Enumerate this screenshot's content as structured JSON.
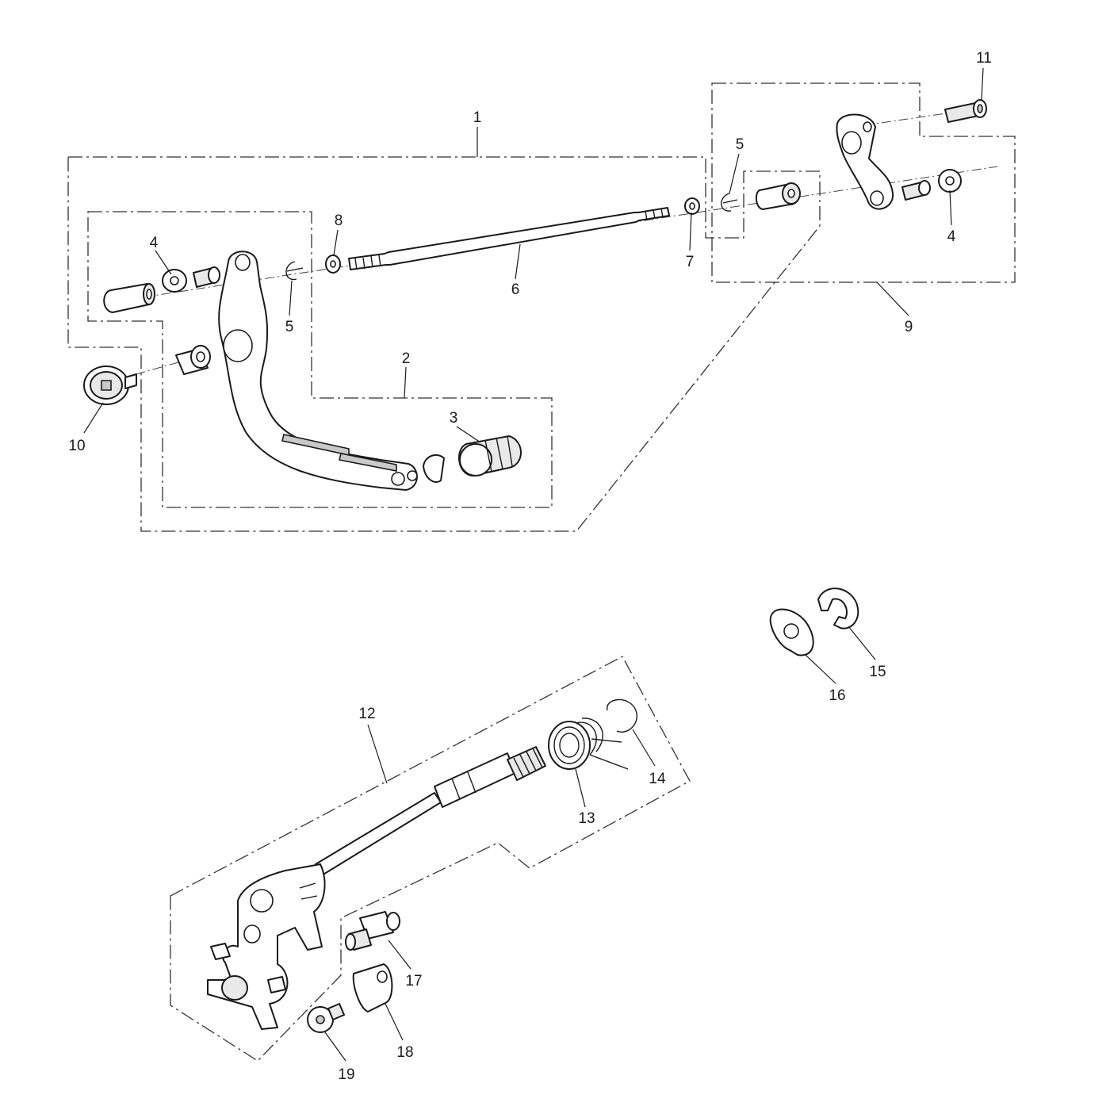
{
  "callouts": [
    {
      "id": "c1",
      "text": "1"
    },
    {
      "id": "c2",
      "text": "2"
    },
    {
      "id": "c3",
      "text": "3"
    },
    {
      "id": "c4a",
      "text": "4"
    },
    {
      "id": "c4b",
      "text": "4"
    },
    {
      "id": "c5a",
      "text": "5"
    },
    {
      "id": "c5b",
      "text": "5"
    },
    {
      "id": "c6",
      "text": "6"
    },
    {
      "id": "c7",
      "text": "7"
    },
    {
      "id": "c8",
      "text": "8"
    },
    {
      "id": "c9",
      "text": "9"
    },
    {
      "id": "c10",
      "text": "10"
    },
    {
      "id": "c11",
      "text": "11"
    },
    {
      "id": "c12",
      "text": "12"
    },
    {
      "id": "c13",
      "text": "13"
    },
    {
      "id": "c14",
      "text": "14"
    },
    {
      "id": "c15",
      "text": "15"
    },
    {
      "id": "c16",
      "text": "16"
    },
    {
      "id": "c17",
      "text": "17"
    },
    {
      "id": "c18",
      "text": "18"
    },
    {
      "id": "c19",
      "text": "19"
    }
  ]
}
